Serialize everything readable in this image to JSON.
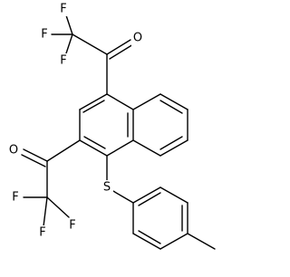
{
  "atoms": [
    {
      "id": "F1",
      "symbol": "F"
    },
    {
      "id": "F2",
      "symbol": "F"
    },
    {
      "id": "F3",
      "symbol": "F"
    },
    {
      "id": "O1",
      "symbol": "O"
    },
    {
      "id": "O2",
      "symbol": "O"
    },
    {
      "id": "F4",
      "symbol": "F"
    },
    {
      "id": "F5",
      "symbol": "F"
    },
    {
      "id": "F6",
      "symbol": "F"
    },
    {
      "id": "S1",
      "symbol": "S"
    }
  ],
  "colors": {
    "ink": "#000000",
    "background": "#ffffff"
  }
}
